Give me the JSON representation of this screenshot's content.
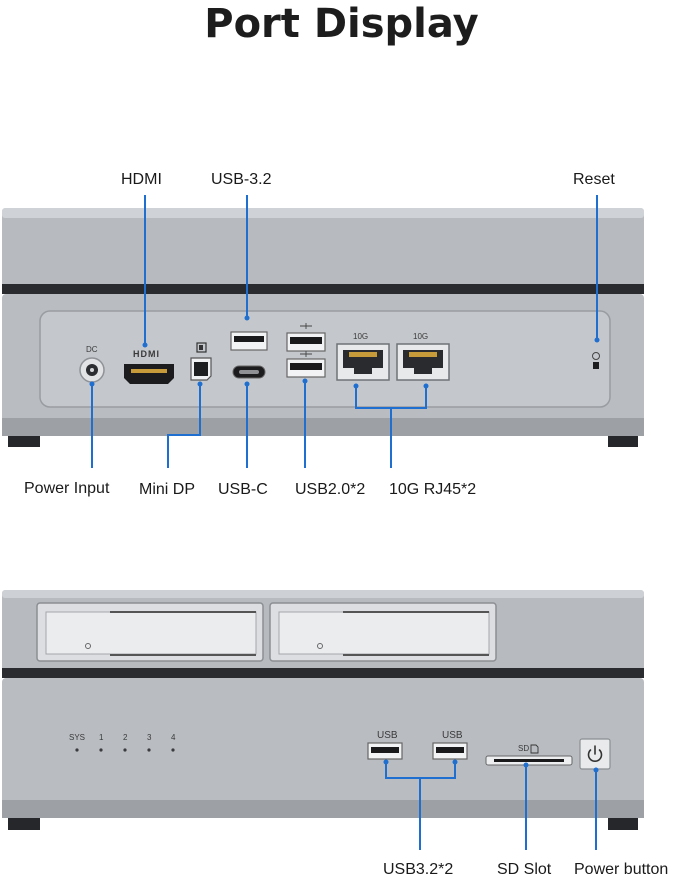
{
  "title": "Port Display",
  "rear": {
    "top_callouts": {
      "hdmi": "HDMI",
      "usb32": "USB-3.2",
      "reset": "Reset"
    },
    "bottom_callouts": {
      "power_input": "Power Input",
      "mini_dp": "Mini DP",
      "usbc": "USB-C",
      "usb20": "USB2.0*2",
      "rj45": "10G RJ45*2"
    },
    "device_labels": {
      "dc": "DC",
      "hdmi_logo": "HDMI",
      "lan1": "10G",
      "lan2": "10G"
    }
  },
  "front": {
    "leds": [
      "SYS",
      "1",
      "2",
      "3",
      "4"
    ],
    "device_labels": {
      "usb_a": "USB",
      "usb_b": "USB",
      "sd": "SD"
    },
    "callouts": {
      "usb32": "USB3.2*2",
      "sd": "SD Slot",
      "power": "Power button"
    }
  },
  "colors": {
    "accent": "#1e6fd0",
    "chassis": "#b9bcc1",
    "panel": "#c3c6ca",
    "dark": "#2a2b2e"
  },
  "icons": [
    "usb-icon",
    "displayport-icon",
    "reset-icon",
    "power-icon",
    "sd-card-icon"
  ]
}
